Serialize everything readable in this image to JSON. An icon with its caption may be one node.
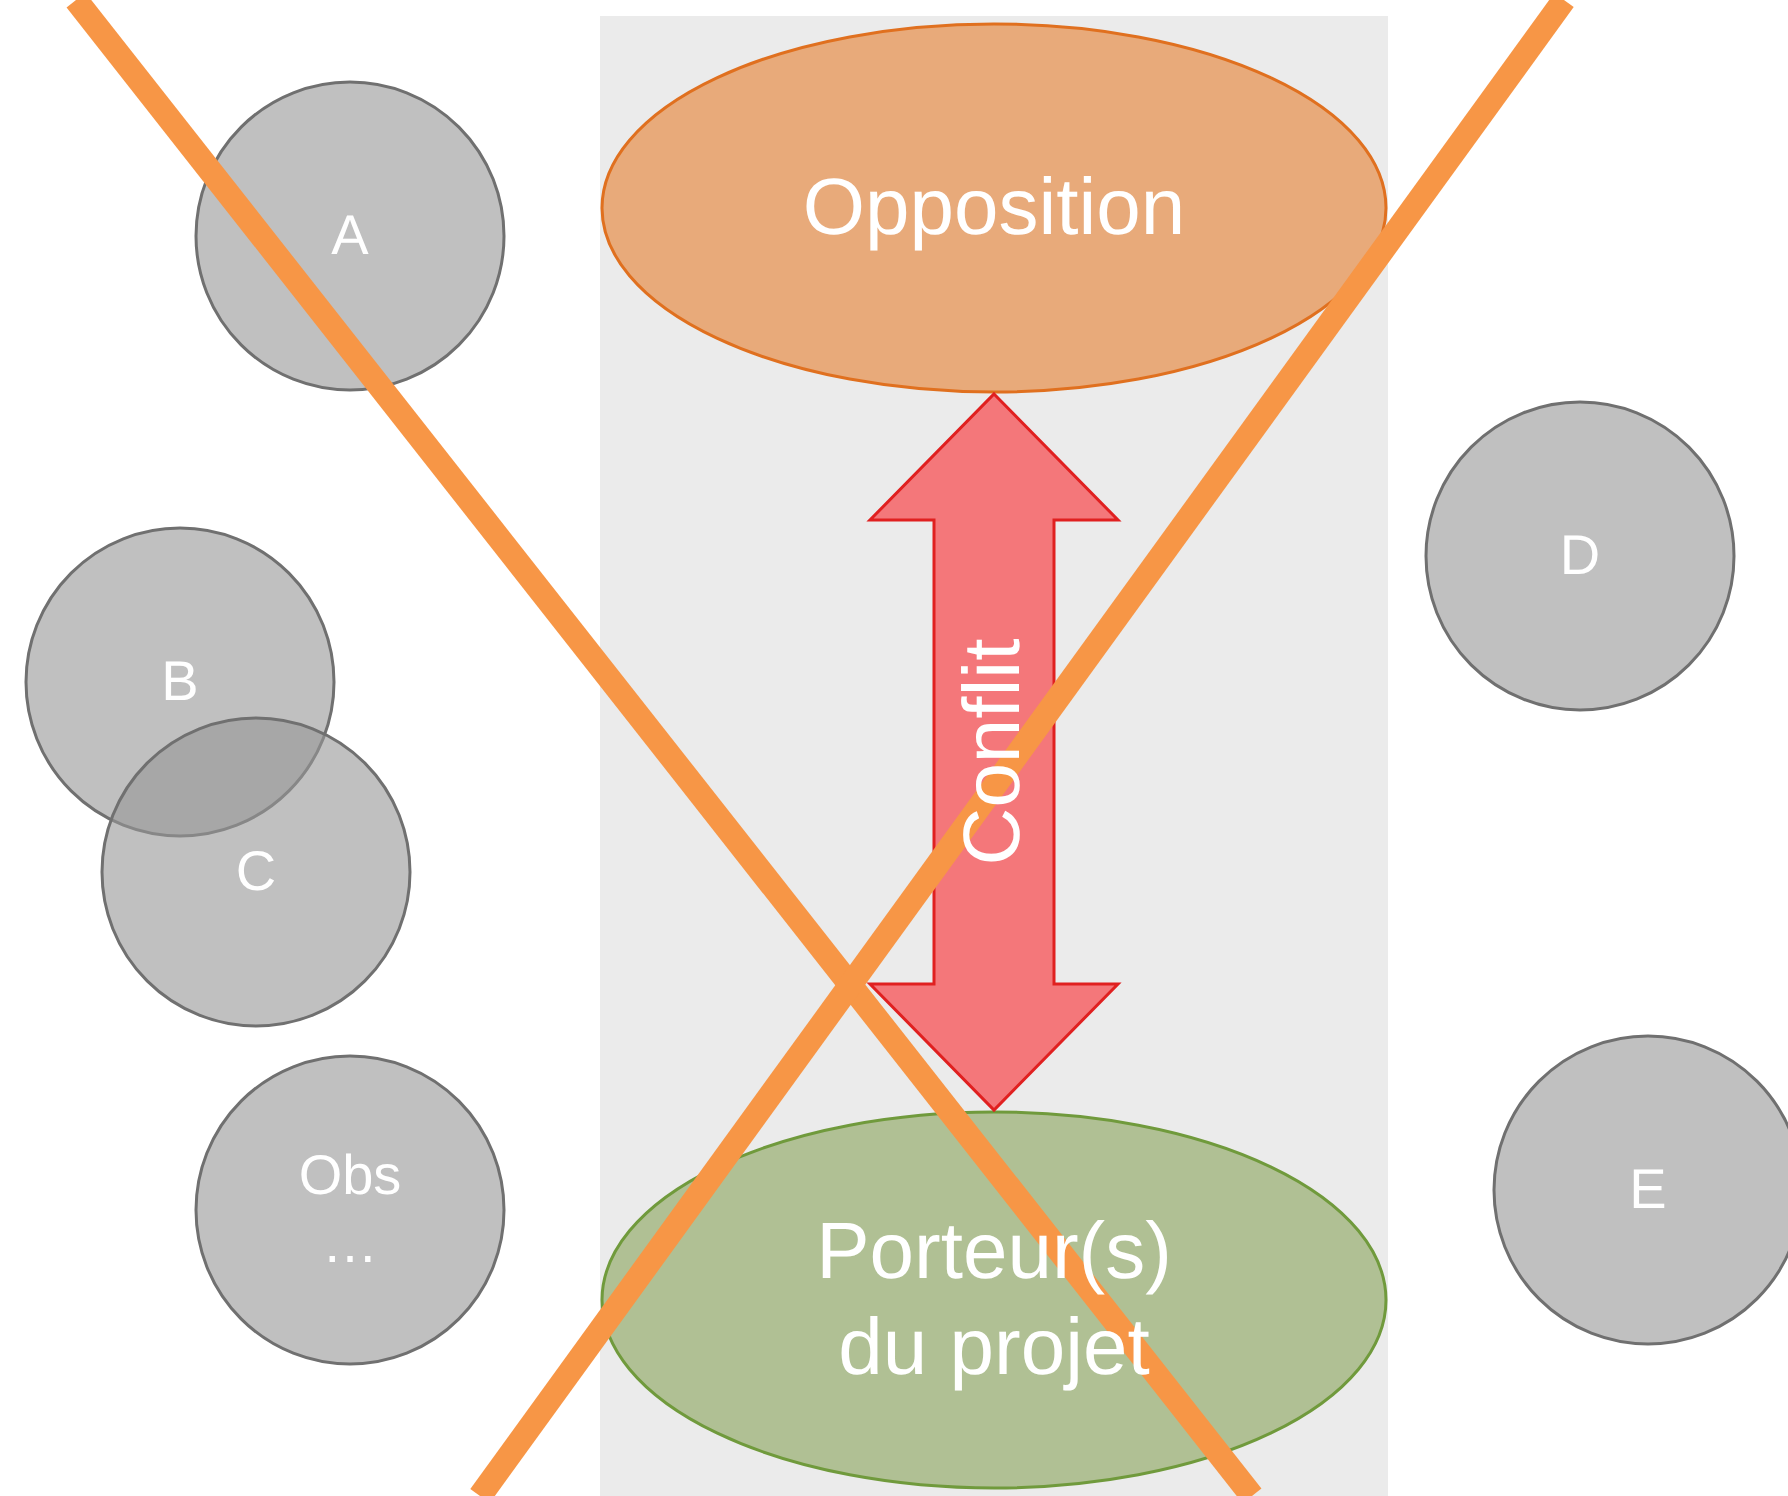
{
  "diagram": {
    "nodes": [
      {
        "text": [],
        "shape": "box"
      },
      {
        "text": [
          "Opposition"
        ],
        "in": 0
      },
      {
        "text": [
          "Porteur(s) du projet"
        ],
        "in": 0
      },
      {
        "text": [
          "A"
        ]
      },
      {
        "text": [
          "D"
        ]
      },
      {
        "text": [
          "B"
        ]
      },
      {
        "text": [
          "C"
        ]
      },
      {
        "text": [
          "E"
        ]
      },
      {
        "text": [
          "Obs …"
        ]
      }
    ],
    "edges": [
      {
        "from": 1,
        "to": 2,
        "arrow": "both",
        "label": "Conflit"
      }
    ]
  }
}
